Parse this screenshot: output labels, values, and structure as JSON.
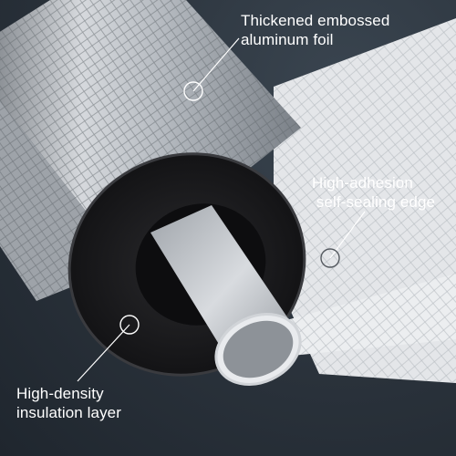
{
  "product_callouts": [
    {
      "line1": "Thickened embossed",
      "line2": "aluminum foil"
    },
    {
      "line1": "High-adhesion",
      "line2": " self-sealing edge"
    },
    {
      "line1": "High-density",
      "line2": "insulation layer"
    }
  ],
  "colors": {
    "background": "#2b333c",
    "label_text": "#ffffff",
    "foil": "#b9bec4",
    "insulation": "#1b1b1d",
    "pipe": "#c9ccd1",
    "edge_strip": "#e6e8ea"
  }
}
